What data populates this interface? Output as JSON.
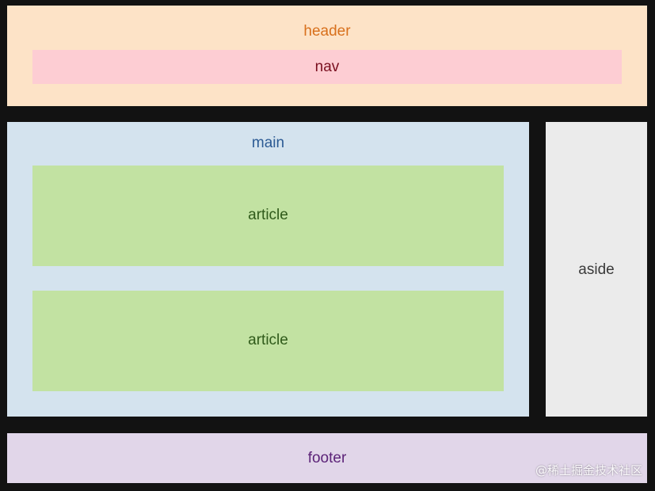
{
  "header": {
    "label": "header"
  },
  "nav": {
    "label": "nav"
  },
  "main": {
    "label": "main",
    "articles": [
      {
        "label": "article"
      },
      {
        "label": "article"
      }
    ]
  },
  "aside": {
    "label": "aside"
  },
  "footer": {
    "label": "footer"
  },
  "watermark": {
    "text": "@稀土掘金技术社区"
  },
  "colors": {
    "header_bg": "#fde3c7",
    "nav_bg": "#fdcdd3",
    "main_bg": "#d4e3ee",
    "article_bg": "#c2e2a2",
    "aside_bg": "#ebebeb",
    "footer_bg": "#e1d6e9",
    "background": "#121212"
  }
}
